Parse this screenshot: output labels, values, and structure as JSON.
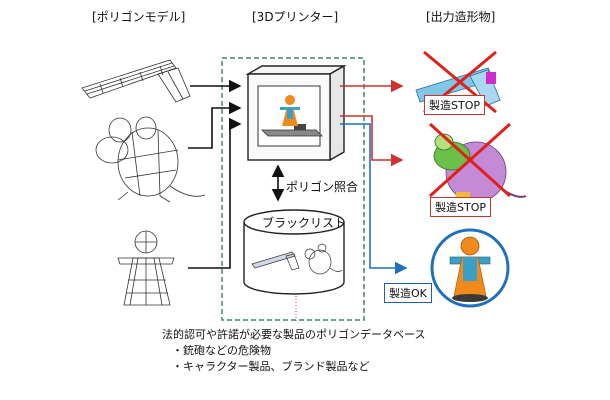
{
  "headers": {
    "polygon_models": "[ポリゴンモデル]",
    "printer_3d": "[3Dプリンター]",
    "output_objects": "[出力造形物]"
  },
  "center": {
    "polygon_match": "ポリゴン照合",
    "blacklist": "ブラックリスト"
  },
  "badges": {
    "stop1": "製造STOP",
    "stop2": "製造STOP",
    "ok": "製造OK"
  },
  "footnote": {
    "line1": "法的認可や許諾が必要な製品のポリゴンデータベース",
    "line2": "・銃砲などの危険物",
    "line3": "・キャラクター製品、ブランド製品など"
  },
  "colors": {
    "dashed_box": "#3a8a6a",
    "stop_arrow": "#d32f2f",
    "ok_arrow": "#1f6fbf",
    "cross": "#e0201a",
    "figure_head": "#f08a1a",
    "figure_body": "#3aa0c8"
  }
}
